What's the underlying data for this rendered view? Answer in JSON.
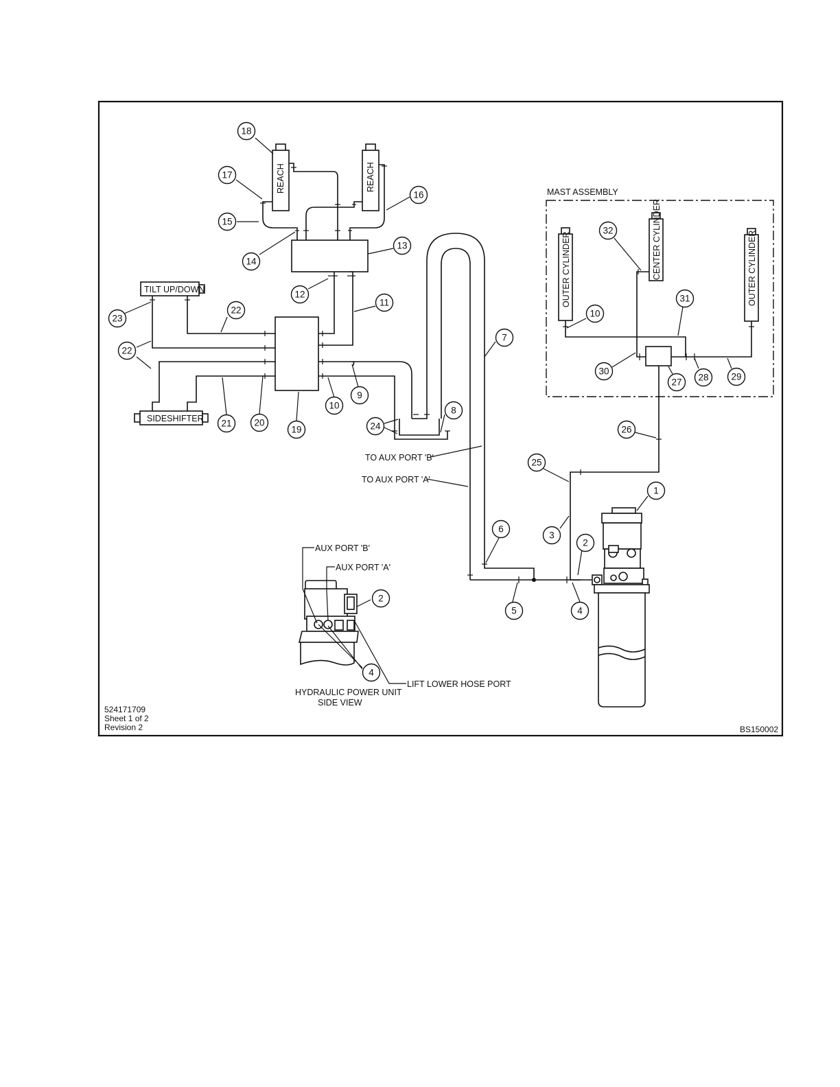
{
  "labels": {
    "mast_assembly": "MAST ASSEMBLY",
    "reach": "REACH",
    "tilt": "TILT UP/DOWN",
    "sideshifter": "SIDESHIFTER",
    "outer_cylinder": "OUTER CYLINDER",
    "center_cylinder": "CENTER CYLINDER",
    "to_aux_b": "TO AUX PORT 'B'",
    "to_aux_a": "TO AUX PORT 'A'",
    "aux_port_b": "AUX PORT 'B'",
    "aux_port_a": "AUX PORT 'A'",
    "lift_lower": "LIFT LOWER HOSE PORT",
    "hpu_title_1": "HYDRAULIC POWER UNIT",
    "hpu_title_2": "SIDE VIEW"
  },
  "footer": {
    "part_number": "524171709",
    "sheet": "Sheet 1 of 2",
    "revision": "Revision 2",
    "drawing_id": "BS150002"
  },
  "callouts": [
    "1",
    "2",
    "3",
    "4",
    "5",
    "6",
    "7",
    "8",
    "9",
    "10",
    "11",
    "12",
    "13",
    "14",
    "15",
    "16",
    "17",
    "18",
    "19",
    "20",
    "21",
    "22",
    "23",
    "24",
    "25",
    "26",
    "27",
    "28",
    "29",
    "30",
    "31",
    "32"
  ]
}
